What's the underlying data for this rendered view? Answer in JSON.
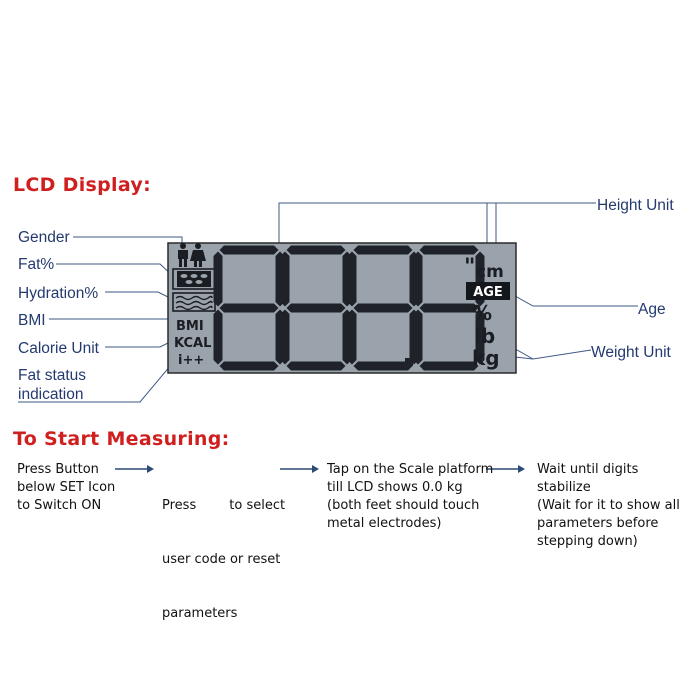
{
  "lcd_section": {
    "heading": "LCD Display:",
    "callouts": {
      "gender": "Gender",
      "fat": "Fat%",
      "hydration": "Hydration%",
      "bmi": "BMI",
      "calorie_unit": "Calorie Unit",
      "fat_status_line1": "Fat status",
      "fat_status_line2": "indication",
      "height_unit": "Height Unit",
      "age": "Age",
      "weight_unit": "Weight Unit"
    },
    "display": {
      "digits": "888.8",
      "left_icons": {
        "bmi": "BMI",
        "kcal": "KCAL",
        "fat_status": "i++"
      },
      "right_units": {
        "inch_mark": "\"",
        "cm": "cm",
        "age": "AGE",
        "percent": "%",
        "lb": "lb",
        "kg": "kg"
      },
      "icon_names": [
        "male-female-icon",
        "fat-body-icon",
        "water-waves-icon"
      ],
      "colors": {
        "lcd_background": "#9aa3ac",
        "segment": "#1f2329",
        "frame": "#2a2a2a"
      }
    }
  },
  "measuring_section": {
    "heading": "To Start Measuring:",
    "steps": [
      {
        "lines": [
          "Press Button",
          "below SET Icon",
          "to Switch ON"
        ]
      },
      {
        "lines": [
          "Press        to select",
          "user code or reset",
          "parameters"
        ]
      },
      {
        "lines": [
          "Tap on the Scale platform",
          "till LCD shows 0.0 kg",
          "(both feet should touch",
          "metal electrodes)"
        ]
      },
      {
        "lines": [
          "Wait until digits stabilize",
          "(Wait for it to show all",
          "parameters before",
          "stepping down)"
        ]
      }
    ]
  },
  "colors": {
    "heading": "#d01f1f",
    "callout_text": "#243a6e",
    "leader_line": "#3e5a86",
    "arrow": "#2b4a77"
  }
}
